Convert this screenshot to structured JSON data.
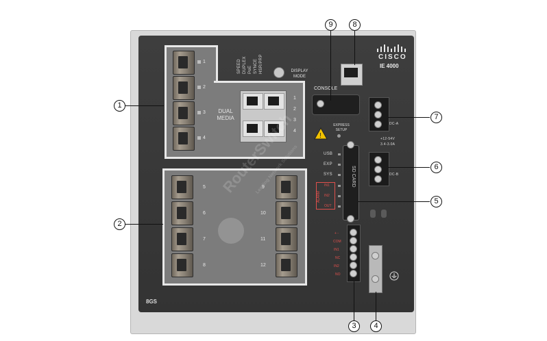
{
  "device": {
    "brand": "CISCO",
    "model": "IE 4000",
    "variant": "8GS"
  },
  "labels": {
    "dual_media": "DUAL MEDIA",
    "display_mode": "DISPLAY MODE",
    "console": "CONSOLE",
    "express_setup": "EXPRESS SETUP",
    "sd_card": "SD CARD",
    "dc_a": "DC-A",
    "dc_b": "DC-B",
    "power_rating_1": "+12-54V",
    "power_rating_2": "3.4-3.0A",
    "alarm": "ALARM",
    "mode_leds": [
      "SPEED",
      "DUPLEX",
      "PoE",
      "SYNCE",
      "HSR/PRP"
    ],
    "status_leds": [
      "USB",
      "EXP",
      "SYS",
      "IN1",
      "IN2",
      "OUT"
    ],
    "alarm_pins": [
      "+ -",
      "COM",
      "IN1",
      "NC",
      "IN2",
      "NO"
    ]
  },
  "ports": {
    "upper_sfp": [
      "1",
      "2",
      "3",
      "4"
    ],
    "dual_media_rj": [
      "1",
      "2",
      "3",
      "4"
    ],
    "lower_left": [
      "5",
      "6",
      "7",
      "8"
    ],
    "lower_right": [
      "9",
      "10",
      "11",
      "12"
    ]
  },
  "watermark": {
    "text": "RouterSwitch",
    "subtext": "Leading Network Solutions"
  },
  "callouts": [
    "1",
    "2",
    "3",
    "4",
    "5",
    "6",
    "7",
    "8",
    "9"
  ],
  "colors": {
    "body": "#3a3a3a",
    "zone_border": "#e8e8e8",
    "alarm_red": "#e0504c"
  }
}
